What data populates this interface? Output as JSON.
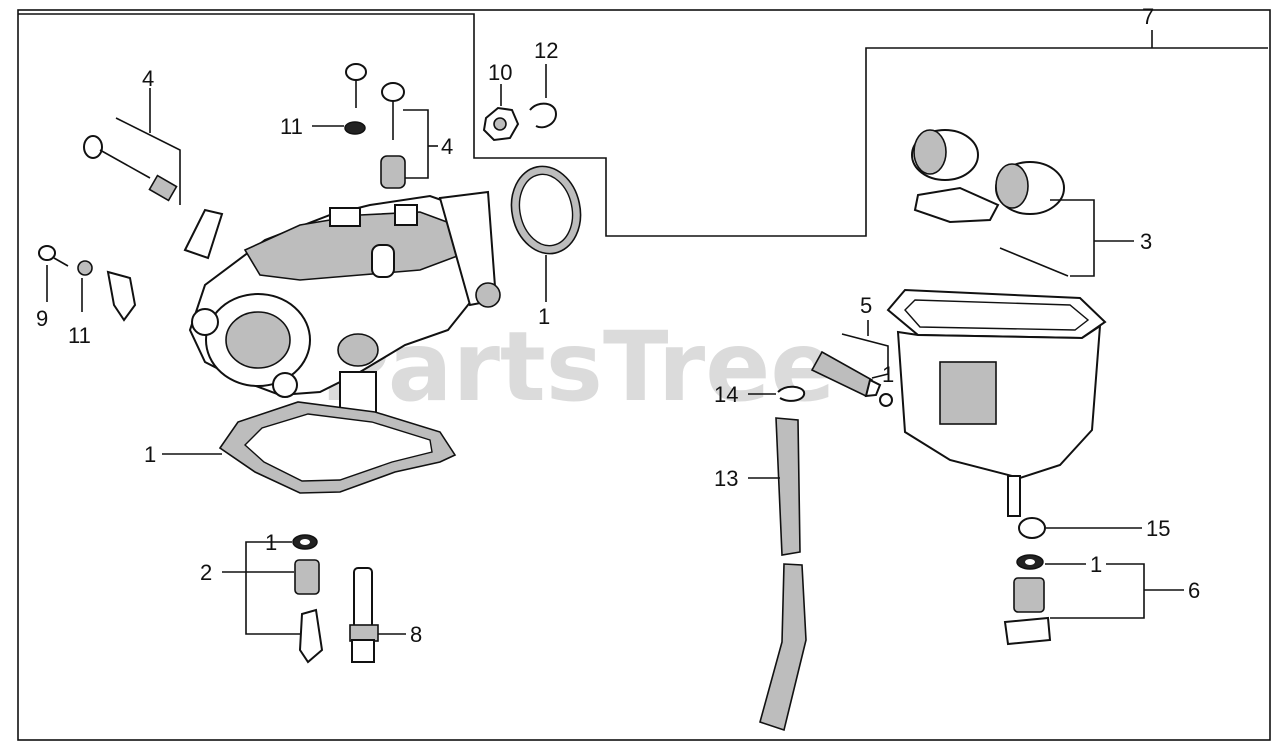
{
  "watermark": "PartsTree",
  "callouts": {
    "c4a": "4",
    "c4b": "4",
    "c11a": "11",
    "c11b": "11",
    "c9": "9",
    "c10": "10",
    "c12": "12",
    "c1a": "1",
    "c1b": "1",
    "c1c": "1",
    "c1d": "1",
    "c1e": "1",
    "c2": "2",
    "c8": "8",
    "c7": "7",
    "c3": "3",
    "c5": "5",
    "c14": "14",
    "c13": "13",
    "c15": "15",
    "c6": "6"
  }
}
